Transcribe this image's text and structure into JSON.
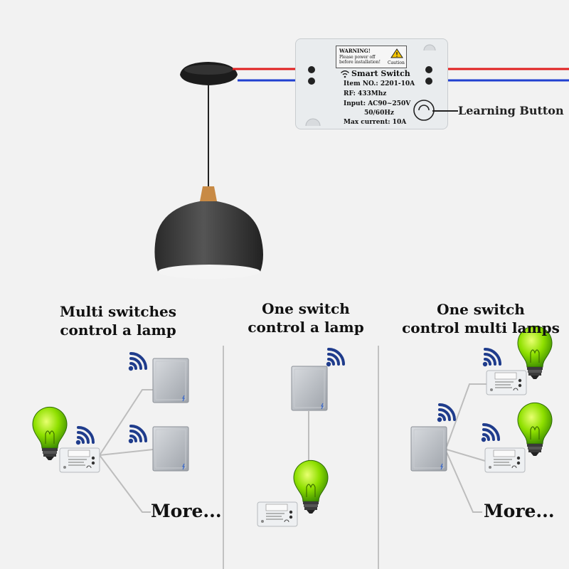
{
  "module": {
    "warning_title": "WARNING!",
    "warning_text": "Please power off before installation!",
    "caution": "Caution",
    "name": "Smart Switch",
    "item_no": "Item NO.: 2201-10A",
    "rf": "RF: 433Mhz",
    "input": "Input: AC90~250V",
    "freq": "50/60Hz",
    "max_current": "Max current: 10A",
    "learning_button": "Learning Button"
  },
  "scenarios": [
    {
      "line1": "Multi switches",
      "line2": "control a lamp",
      "more": "More..."
    },
    {
      "line1": "One switch",
      "line2": "control a lamp"
    },
    {
      "line1": "One switch",
      "line2": "control multi lamps",
      "more": "More..."
    }
  ],
  "colors": {
    "background": "#f2f2f2",
    "wire_live": "#e02020",
    "wire_neutral": "#2040d0",
    "bulb_green": "#7fd000",
    "switch_panel": "#b8bcc2",
    "signal_blue": "#1f3c8c"
  },
  "icons": [
    "pendant-lamp-icon",
    "wifi-signal-icon",
    "wall-switch-icon",
    "light-bulb-icon",
    "smart-switch-module-icon"
  ]
}
